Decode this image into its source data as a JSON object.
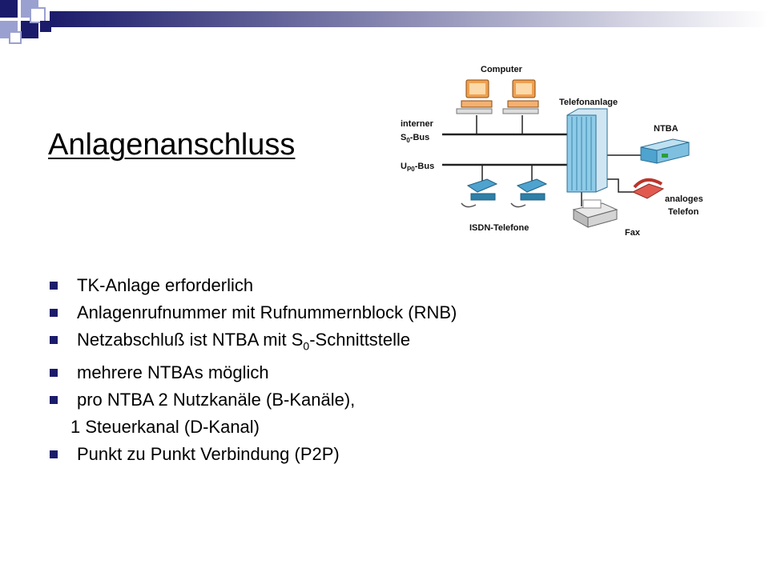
{
  "slide": {
    "title": "Anlagenanschluss",
    "colors": {
      "accent": "#1b1b6b",
      "deco_light": "#9aa0d0"
    }
  },
  "diagram": {
    "labels": {
      "computer": "Computer",
      "telefonanlage": "Telefonanlage",
      "interner": "interner",
      "s0_main": "S",
      "s0_sub": "0",
      "s0_tail": "-Bus",
      "upo_main": "U",
      "upo_sub": "P0",
      "upo_tail": "-Bus",
      "ntba": "NTBA",
      "analoges": "analoges",
      "telefon": "Telefon",
      "isdn_telefone": "ISDN-Telefone",
      "fax": "Fax"
    }
  },
  "bullets": [
    {
      "text": "TK-Anlage erforderlich"
    },
    {
      "text": "Anlagenrufnummer mit Rufnummernblock (RNB)"
    },
    {
      "pre": "Netzabschluß ist NTBA mit S",
      "sub": "0",
      "post": "-Schnittstelle"
    },
    {
      "text": "mehrere NTBAs möglich"
    },
    {
      "text": "pro NTBA 2 Nutzkanäle (B-Kanäle),"
    },
    {
      "text": "1 Steuerkanal (D-Kanal)"
    },
    {
      "text": "Punkt zu Punkt Verbindung (P2P)"
    }
  ]
}
